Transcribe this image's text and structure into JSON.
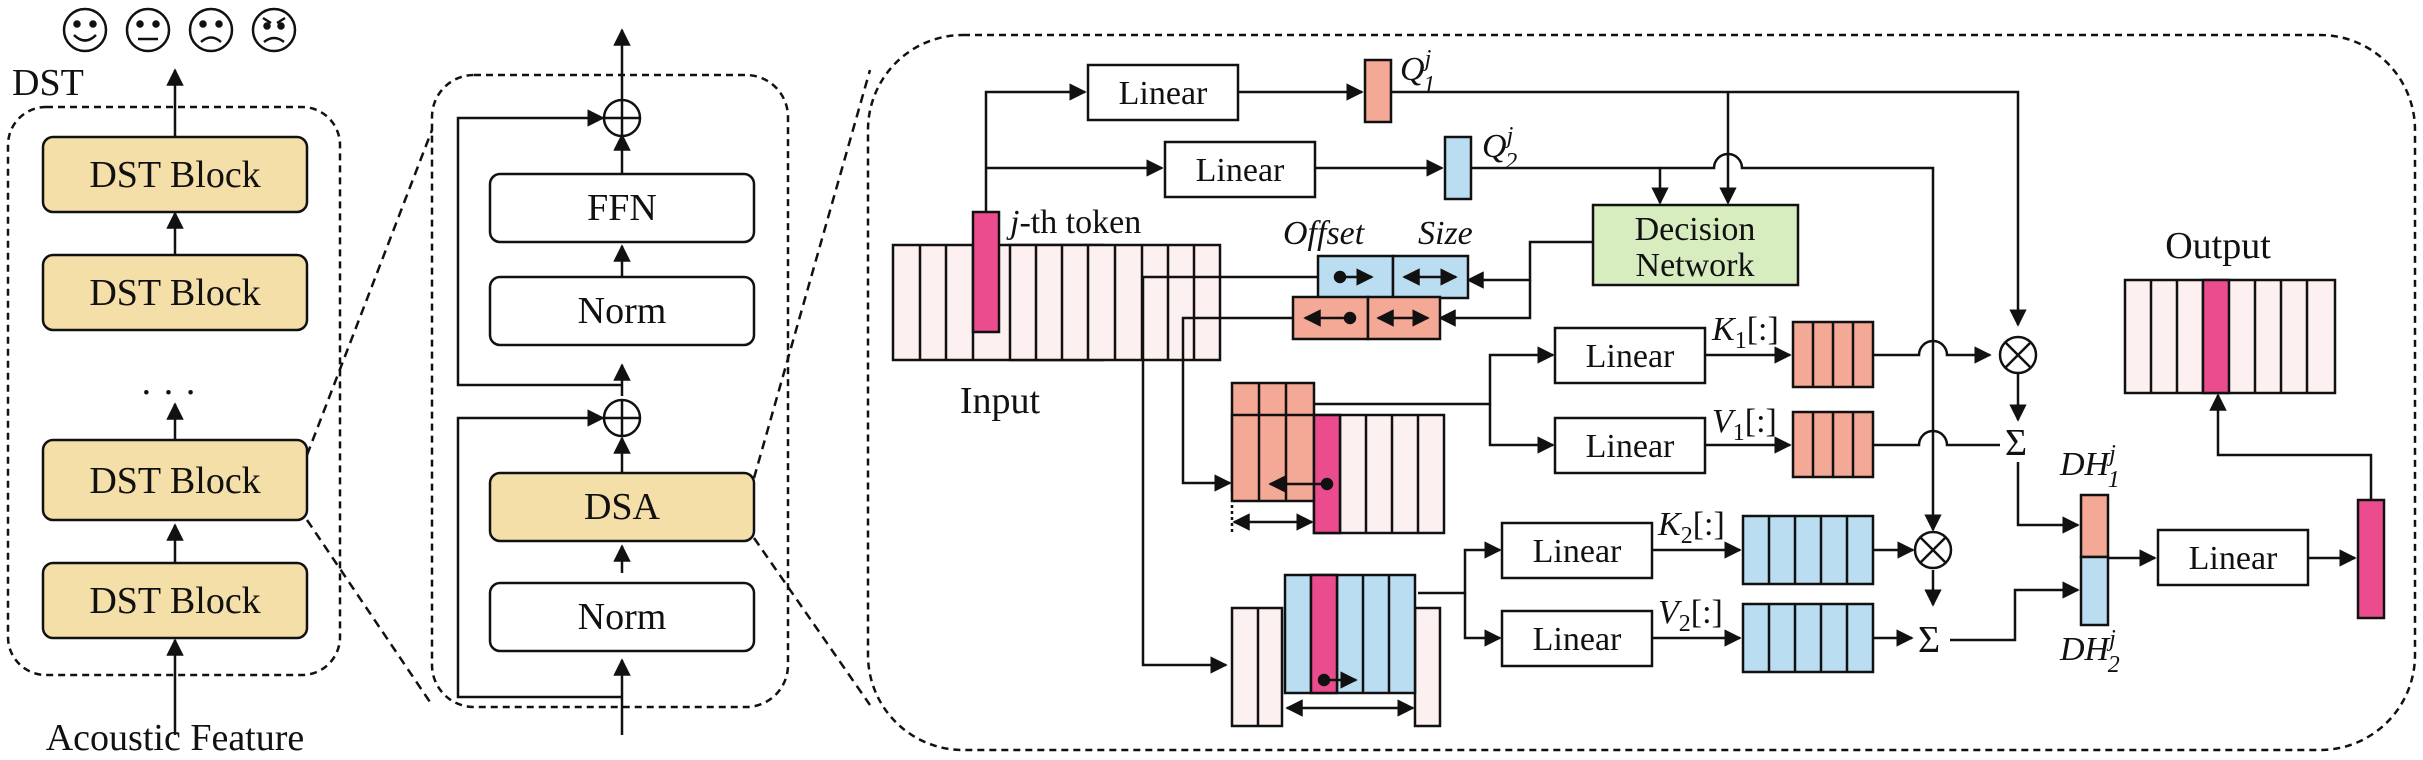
{
  "emoji_icons": [
    "happy-face-icon",
    "neutral-face-icon",
    "sad-face-icon",
    "angry-face-icon"
  ],
  "colors": {
    "dst_block": "#F5DFA9",
    "query_red": "#F4A896",
    "query_blue": "#BBDDF2",
    "token_pink": "#EA4C8E",
    "token_light": "#FDF0F0",
    "decision": "#D7ECBF"
  },
  "left_panel": {
    "title": "DST",
    "blocks": [
      "DST Block",
      "DST Block",
      "DST Block",
      "DST Block"
    ],
    "ellipsis": "· · ·",
    "input_label": "Acoustic Feature"
  },
  "middle_panel": {
    "ffn": "FFN",
    "norm_top": "Norm",
    "dsa": "DSA",
    "norm_bottom": "Norm"
  },
  "right_panel": {
    "linear": "Linear",
    "q1": "Q",
    "q1_sup": "j",
    "q1_sub": "1",
    "q2": "Q",
    "q2_sup": "j",
    "q2_sub": "2",
    "token_label": "j",
    "token_label_rest": "-th token",
    "input_label": "Input",
    "offset": "Offset",
    "size": "Size",
    "decision_line1": "Decision",
    "decision_line2": "Network",
    "k1": "K",
    "k1_sub": "1",
    "k1_rest": "[:]",
    "v1": "V",
    "v1_sub": "1",
    "v1_rest": "[:]",
    "k2": "K",
    "k2_sub": "2",
    "k2_rest": "[:]",
    "v2": "V",
    "v2_sub": "2",
    "v2_rest": "[:]",
    "sum": "Σ",
    "dh1": "DH",
    "dh1_sup": "j",
    "dh1_sub": "1",
    "dh2": "DH",
    "dh2_sup": "j",
    "dh2_sub": "2",
    "output_label": "Output"
  }
}
